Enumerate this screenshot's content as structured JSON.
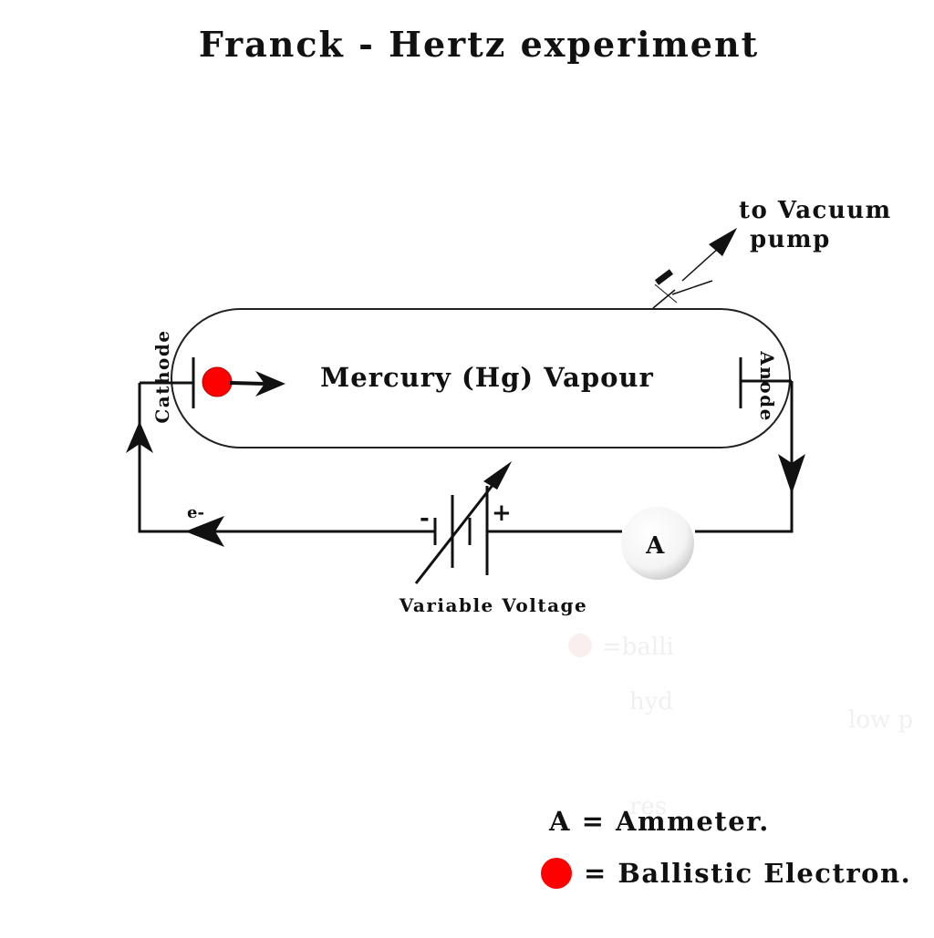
{
  "title": "Franck - Hertz experiment",
  "tube": {
    "label": "Mercury (Hg) Vapour"
  },
  "cathode": {
    "label": "Cathode"
  },
  "anode": {
    "label": "Anode"
  },
  "pump": {
    "line1": "to Vacuum",
    "line2": "pump"
  },
  "source": {
    "minus": "-",
    "plus": "+",
    "label": "Variable Voltage"
  },
  "electron_flow": {
    "label": "e-"
  },
  "ammeter": {
    "symbol": "A"
  },
  "legend": {
    "ammeter": "A = Ammeter.",
    "electron": "= Ballistic Electron."
  },
  "colors": {
    "electron": "#ff0000",
    "wire": "#111111",
    "background": "#ffffff"
  }
}
